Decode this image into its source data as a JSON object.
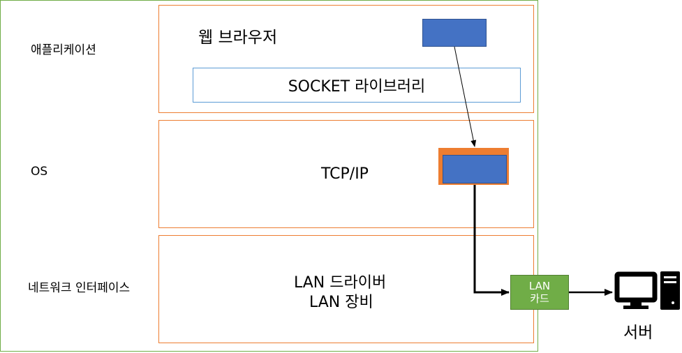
{
  "layers": {
    "application": {
      "label": "애플리케이션",
      "browser_title": "웹 브라우저",
      "socket_label": "SOCKET 라이브러리"
    },
    "os": {
      "label": "OS",
      "title": "TCP/IP"
    },
    "network_interface": {
      "label": "네트워크 인터페이스",
      "line1": "LAN 드라이버",
      "line2": "LAN 장비"
    }
  },
  "lan_card": {
    "line1": "LAN",
    "line2": "카드"
  },
  "server": {
    "label": "서버",
    "icon": "desktop-computer-icon"
  },
  "colors": {
    "frame": "#70AD47",
    "layer_border": "#ED7D31",
    "socket_border": "#5B9BD5",
    "data_block": "#4472C4",
    "tcp_highlight": "#ED7D31",
    "lan_card": "#70AD47"
  }
}
